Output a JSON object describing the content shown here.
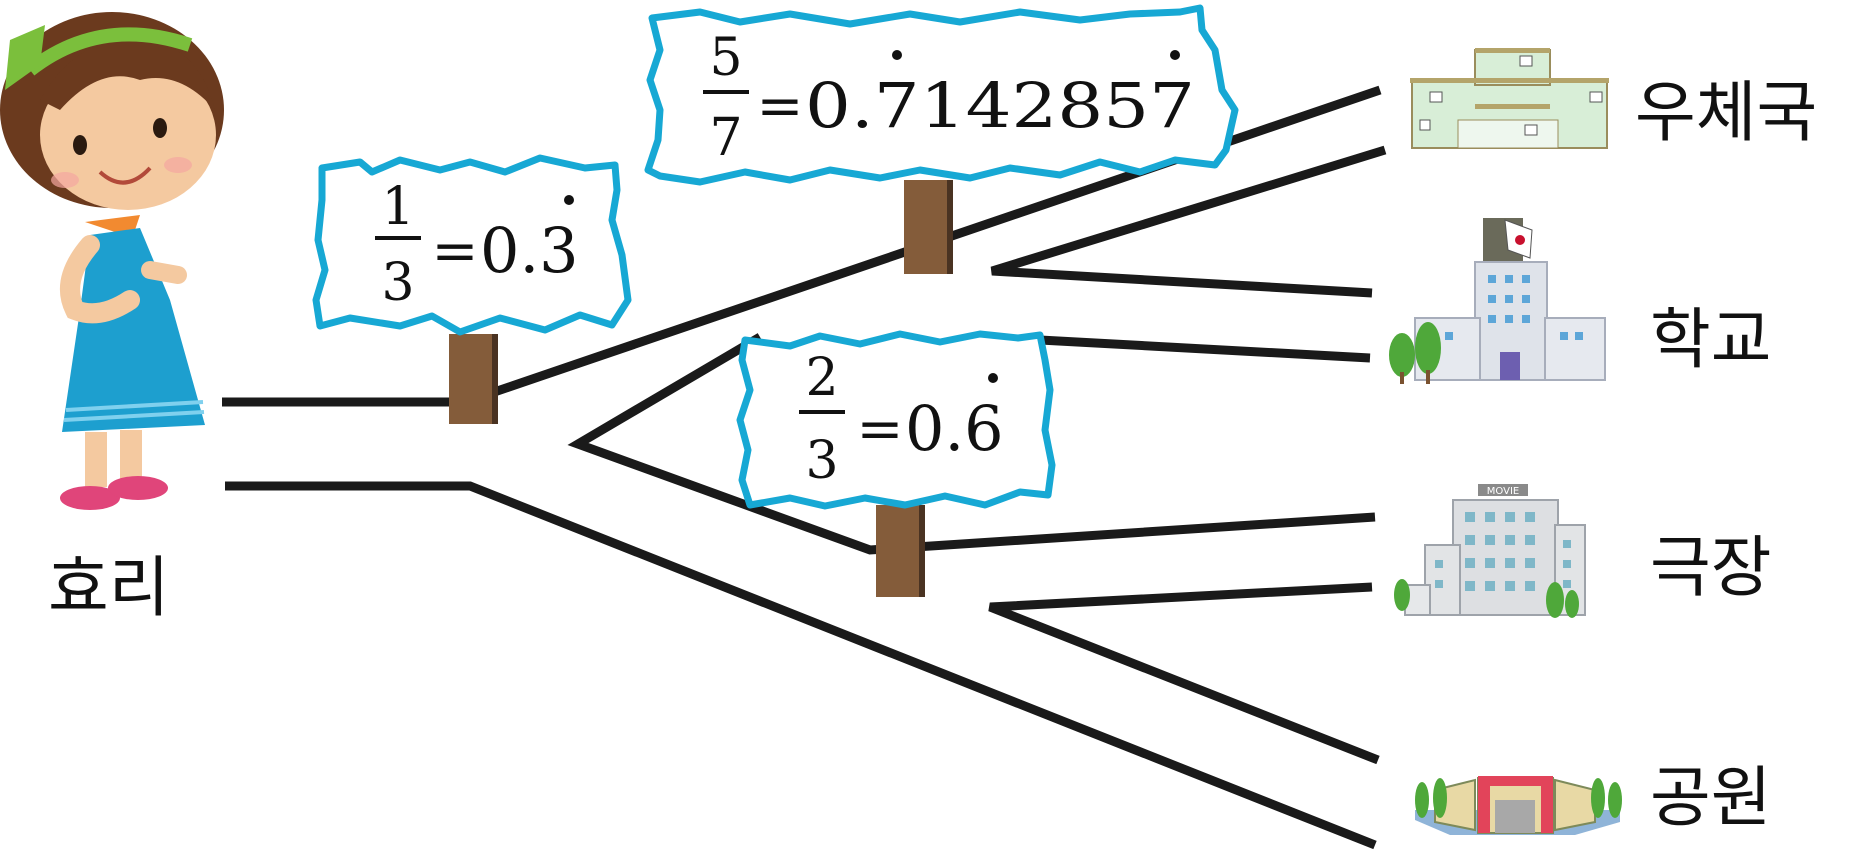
{
  "person": {
    "name": "효리"
  },
  "signs": {
    "one_third": {
      "numerator": "1",
      "denominator": "3",
      "equals": "=",
      "decimal": "0.3"
    },
    "five_sevenths": {
      "numerator": "5",
      "denominator": "7",
      "equals": "=",
      "decimal": "0.714285 7",
      "decimal_text": "0.7142857"
    },
    "two_thirds": {
      "numerator": "2",
      "denominator": "3",
      "equals": "=",
      "decimal": "0.6"
    }
  },
  "destinations": {
    "post_office": "우체국",
    "school": "학교",
    "theater": "극장",
    "park": "공원"
  },
  "building_signs": {
    "movie": "MOVIE"
  },
  "colors": {
    "sign_border": "#17a8d4",
    "post": "#845c3a",
    "road": "#1a1a1a",
    "dress": "#1d9fcf"
  }
}
